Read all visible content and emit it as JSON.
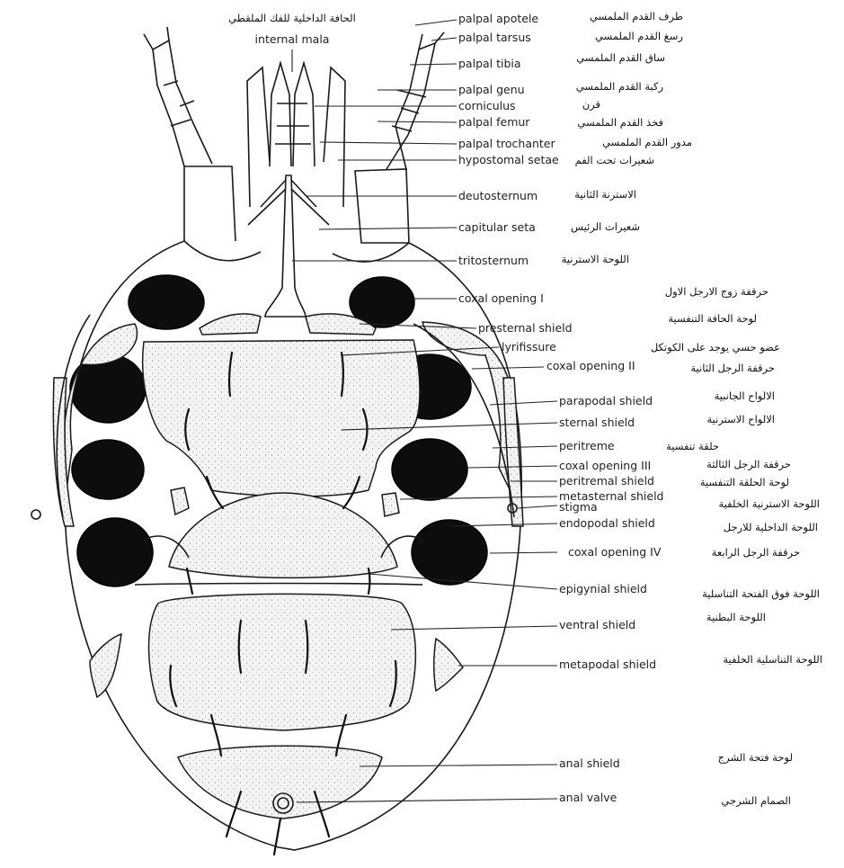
{
  "figure": {
    "labels": [
      {
        "id": "internal-mala",
        "en": "internal mala",
        "ar": "الحافة الداخلية للفك الملقطي"
      },
      {
        "id": "palpal-apotele",
        "en": "palpal apotele",
        "ar": "طرف القدم الملمسي"
      },
      {
        "id": "palpal-tarsus",
        "en": "palpal tarsus",
        "ar": "رسغ القدم الملمسي"
      },
      {
        "id": "palpal-tibia",
        "en": "palpal tibia",
        "ar": "ساق القدم الملمسي"
      },
      {
        "id": "palpal-genu",
        "en": "palpal genu",
        "ar": "ركبة القدم الملمسي"
      },
      {
        "id": "corniculus",
        "en": "corniculus",
        "ar": "قرن"
      },
      {
        "id": "palpal-femur",
        "en": "palpal femur",
        "ar": "فخذ القدم الملمسي"
      },
      {
        "id": "palpal-trochanter",
        "en": "palpal trochanter",
        "ar": "مدور القدم الملمسي"
      },
      {
        "id": "hypostomal-setae",
        "en": "hypostomal setae",
        "ar": "شعيرات تحت الفم"
      },
      {
        "id": "deutosternum",
        "en": "deutosternum",
        "ar": "الاسترنة الثانية"
      },
      {
        "id": "capitular-seta",
        "en": "capitular seta",
        "ar": "شعيرات الرئيس"
      },
      {
        "id": "tritosternum",
        "en": "tritosternum",
        "ar": "اللوحة الاسترنية"
      },
      {
        "id": "coxal-opening-1",
        "en": "coxal opening I",
        "ar": "حرقفة زوج الارجل الاول"
      },
      {
        "id": "presternal-shield",
        "en": "presternal shield",
        "ar": "لوحة الحافة التنفسية"
      },
      {
        "id": "lyrifissure",
        "en": "lyrifissure",
        "ar": "عضو حسي يوجد على الكوتكل"
      },
      {
        "id": "coxal-opening-2",
        "en": "coxal opening II",
        "ar": "حرقفة الرجل الثانية"
      },
      {
        "id": "parapodal-shield",
        "en": "parapodal shield",
        "ar": "الالواح الجانبية"
      },
      {
        "id": "sternal-shield",
        "en": "sternal shield",
        "ar": "الالواح الاسترنية"
      },
      {
        "id": "peritreme",
        "en": "peritreme",
        "ar": "حلقة تنفسية"
      },
      {
        "id": "coxal-opening-3",
        "en": "coxal opening III",
        "ar": "حرقفة الرجل الثالثة"
      },
      {
        "id": "peritremal-shield",
        "en": "peritremal shield",
        "ar": "لوحة الحلقة التنفسية"
      },
      {
        "id": "metasternal-shield",
        "en": "metasternal shield",
        "ar": "اللوحة الاسترنية الخلفية"
      },
      {
        "id": "stigma",
        "en": "stigma",
        "ar": ""
      },
      {
        "id": "endopodal-shield",
        "en": "endopodal shield",
        "ar": "اللوحة الداخلية للارجل"
      },
      {
        "id": "coxal-opening-4",
        "en": "coxal opening IV",
        "ar": "حرقفة الرجل الرابعة"
      },
      {
        "id": "epigynial-shield",
        "en": "epigynial shield",
        "ar": "اللوحة فوق الفتحة التناسلية"
      },
      {
        "id": "ventral-shield",
        "en": "ventral shield",
        "ar": "اللوحة البطنية"
      },
      {
        "id": "metapodal-shield",
        "en": "metapodal shield",
        "ar": "اللوحة التناسلية الخلفية"
      },
      {
        "id": "anal-shield",
        "en": "anal shield",
        "ar": "لوحة فتحة الشرج"
      },
      {
        "id": "anal-valve",
        "en": "anal valve",
        "ar": "الصمام الشرجي"
      }
    ]
  }
}
